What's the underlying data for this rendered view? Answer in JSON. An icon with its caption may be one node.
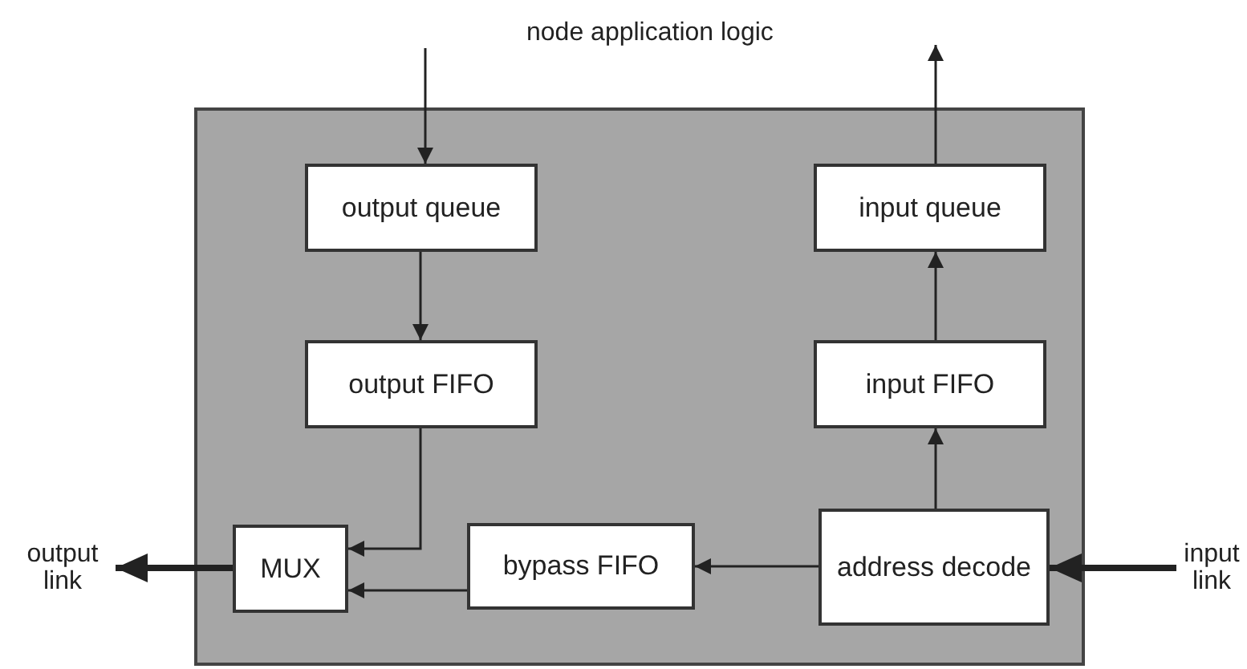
{
  "diagram": {
    "nodes": [
      {
        "text": [],
        "shape": "box"
      },
      {
        "text": [
          "output queue"
        ],
        "in": 0
      },
      {
        "text": [
          "input queue"
        ],
        "in": 0
      },
      {
        "text": [
          "output FIFO"
        ],
        "in": 0
      },
      {
        "text": [
          "input FIFO"
        ],
        "in": 0
      },
      {
        "text": [
          "MUX"
        ],
        "in": 0
      },
      {
        "text": [
          "bypass FIFO"
        ],
        "in": 0
      },
      {
        "text": [
          "address decode"
        ],
        "in": 0
      },
      {
        "text": [
          "output link"
        ]
      },
      {
        "text": [
          "input link"
        ]
      }
    ],
    "edges": [
      {
        "from": null,
        "to": 1,
        "arrow": "to"
      },
      {
        "from": 2,
        "to": null,
        "arrow": "to"
      },
      {
        "from": 1,
        "to": 3,
        "arrow": "to"
      },
      {
        "from": 3,
        "to": 5,
        "arrow": "to"
      },
      {
        "from": 6,
        "to": 5,
        "arrow": "to"
      },
      {
        "from": 7,
        "to": 6,
        "arrow": "to"
      },
      {
        "from": 7,
        "to": 4,
        "arrow": "to"
      },
      {
        "from": 4,
        "to": 2,
        "arrow": "to"
      },
      {
        "from": 5,
        "to": 8,
        "arrow": "to",
        "style": "thick"
      },
      {
        "from": 9,
        "to": 7,
        "arrow": "to",
        "style": "thick"
      }
    ],
    "labels": [
      "node application logic"
    ]
  }
}
